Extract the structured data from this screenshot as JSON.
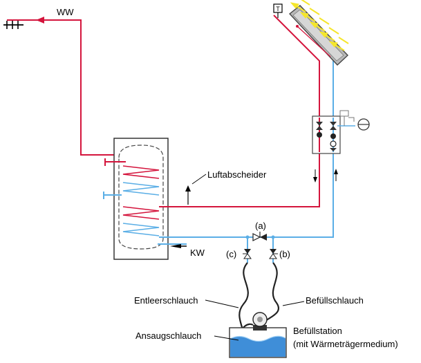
{
  "labels": {
    "ww": "WW",
    "kw": "KW",
    "luftabscheider": "Luftabscheider",
    "valve_a": "(a)",
    "valve_b": "(b)",
    "valve_c": "(c)",
    "entleerschlauch": "Entleerschlauch",
    "befuellschlauch": "Befüllschlauch",
    "ansaugschlauch": "Ansaugschlauch",
    "befuellstation": "Befüllstation",
    "medium": "(mit Wärmeträgermedium)",
    "sensor": "T"
  },
  "colors": {
    "hot": "#d4143c",
    "cold": "#5aaee6",
    "hose": "#222222",
    "sun": "#f5e62c",
    "fluid": "#3f8ed8",
    "collector": "#a0a0a0"
  },
  "icons": {
    "tap": "tap-icon",
    "pump": "pump-icon",
    "valve": "valve-icon",
    "sun_rays": "sun-ray-icon"
  }
}
